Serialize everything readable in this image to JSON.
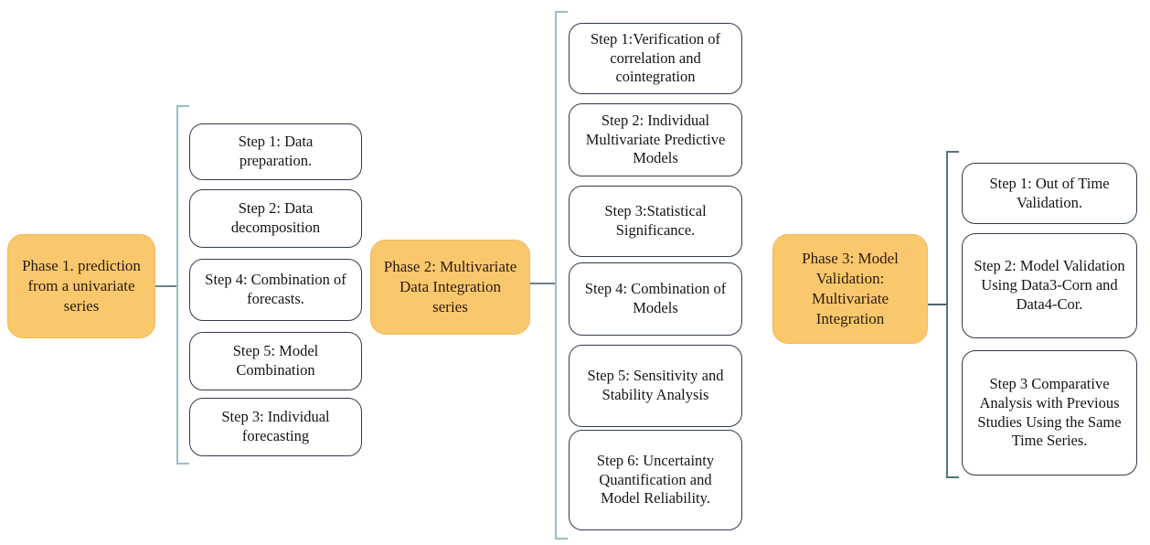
{
  "phases": [
    {
      "label": "Phase 1. prediction from a univariate series",
      "steps": [
        "Step 1: Data preparation.",
        "Step 2: Data decomposition",
        "Step 4: Combination of forecasts.",
        "Step 5: Model Combination",
        "Step 3: Individual forecasting"
      ]
    },
    {
      "label": "Phase 2: Multivariate Data Integration series",
      "steps": [
        "Step 1:Verification of correlation and cointegration",
        "Step 2: Individual Multivariate Predictive Models",
        "Step 3:Statistical Significance.",
        "Step 4: Combination of Models",
        "Step 5: Sensitivity and Stability Analysis",
        "Step 6: Uncertainty Quantification and Model Reliability."
      ]
    },
    {
      "label": "Phase 3: Model Validation: Multivariate Integration",
      "steps": [
        "Step 1: Out of Time Validation.",
        "Step 2: Model Validation Using Data3-Corn and Data4-Cor.",
        "Step 3 Comparative Analysis with Previous Studies Using the Same Time Series."
      ]
    }
  ],
  "colors": {
    "phase_fill": "#F9C86D",
    "phase_border": "#F2B95B",
    "phase_text": "#2B1B10",
    "step_border": "#2F3B4C",
    "step_text": "#15151A",
    "bracket_light": "#9EBCC4",
    "bracket_dark": "#56737F",
    "connector": "#64838D",
    "connector_dark": "#4A6570"
  }
}
